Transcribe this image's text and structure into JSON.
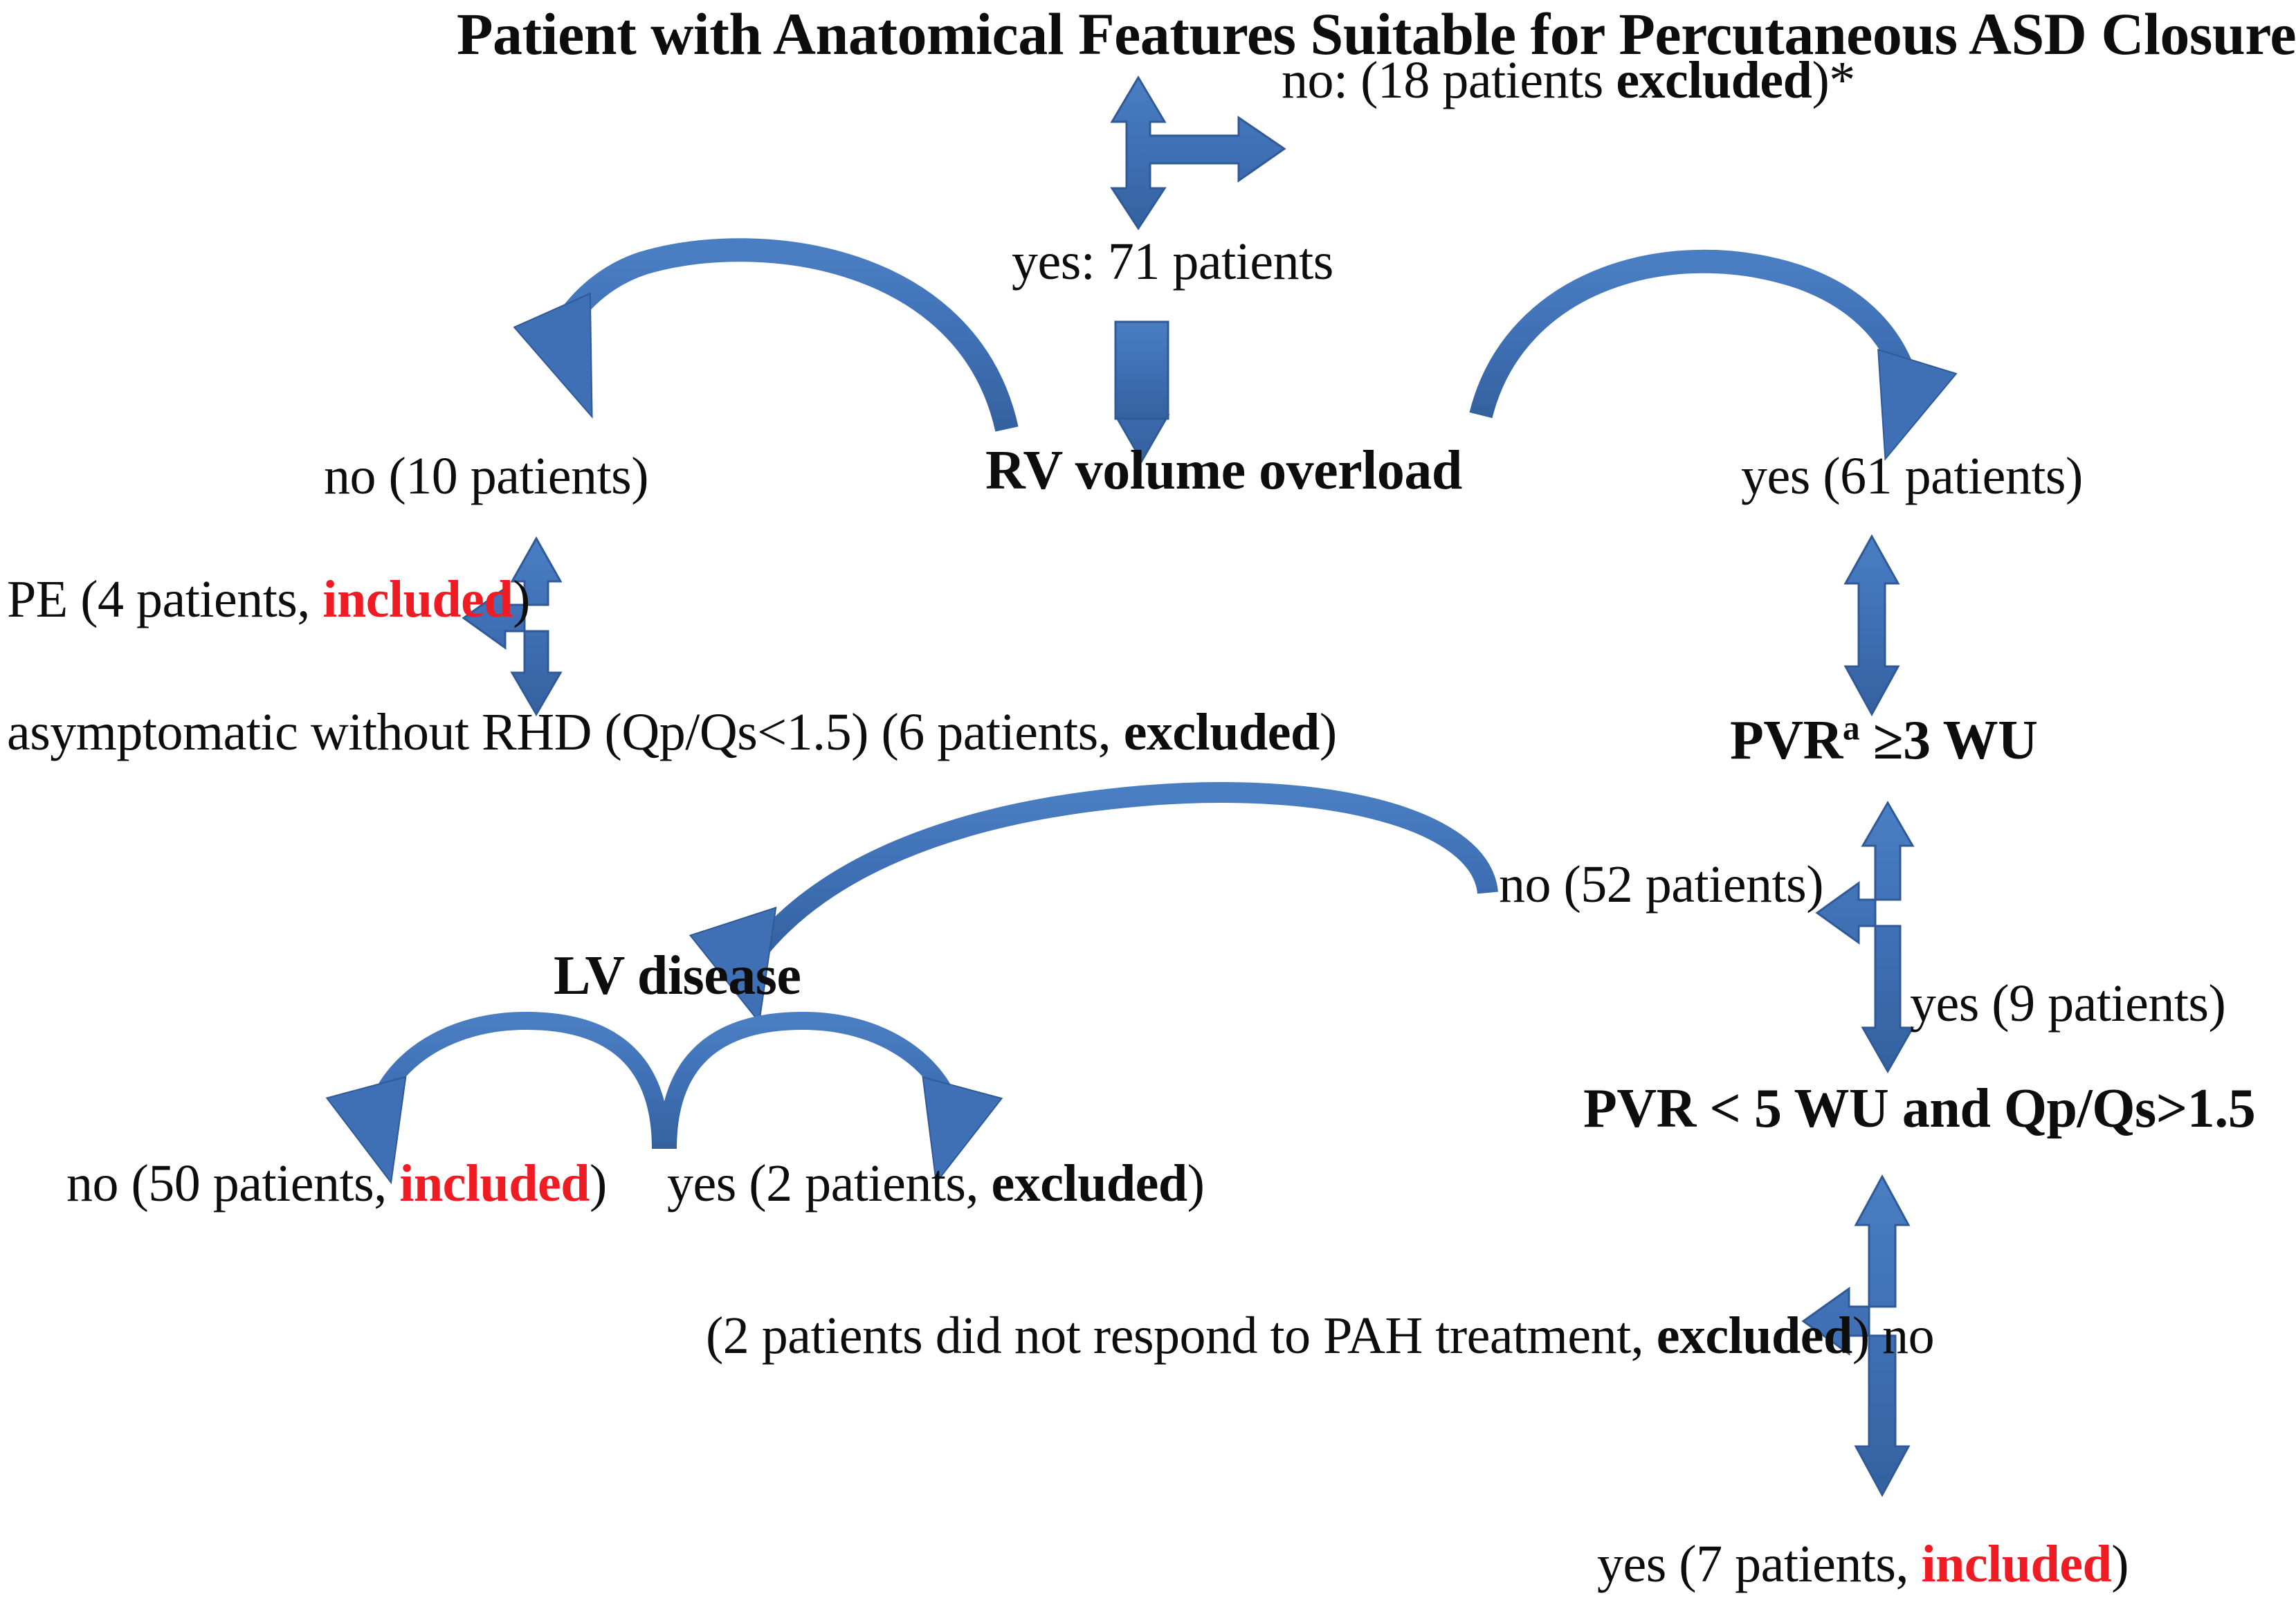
{
  "diagram": {
    "title": "Patient with Anatomical Features Suitable for Percutaneous ASD Closure",
    "accent_color": "#3f6fb5",
    "included_color": "#ef1c24",
    "text_color": "#0d0d0d",
    "background_color": "#ffffff"
  },
  "nodes": {
    "root": "Patient with Anatomical Features Suitable for Percutaneous ASD Closure",
    "rv_volume_overload": "RV volume overload",
    "lv_disease": "LV disease",
    "pvr_ge3_prefix": "PVR",
    "pvr_ge3_sup": "a",
    "pvr_ge3_suffix": " ≥3 WU",
    "pvr_lt5": "PVR < 5 WU and Qp/Qs>1.5"
  },
  "edges": {
    "no_18": {
      "prefix": "no: (18 patients ",
      "bold": "excluded",
      "suffix": ")*"
    },
    "yes_71": "yes: 71 patients",
    "no_10": "no (10 patients)",
    "yes_61": "yes (61 patients)",
    "pe_4": {
      "prefix": "PE (4 patients, ",
      "red": "included",
      "suffix": ")"
    },
    "asymptomatic_6": {
      "prefix": "asymptomatic without RHD (Qp/Qs<1.5) (6 patients, ",
      "bold": "excluded",
      "suffix": ")"
    },
    "no_52": "no (52 patients)",
    "yes_9": "yes (9 patients)",
    "no_50": {
      "prefix": "no (50 patients, ",
      "red": "included",
      "suffix": ")"
    },
    "yes_2": {
      "prefix": "yes (2 patients, ",
      "bold": "excluded",
      "suffix": ")"
    },
    "pah_2": {
      "prefix": "(2 patients did not respond to PAH treatment, ",
      "bold": "excluded",
      "suffix": ") no"
    },
    "yes_7": {
      "prefix": "yes (7 patients, ",
      "red": "included",
      "suffix": ")"
    }
  },
  "chart_data": {
    "type": "diagram",
    "title": "Patient with Anatomical Features Suitable for Percutaneous ASD Closure",
    "flow": [
      {
        "from": "root",
        "label": "no: (18 patients excluded)*",
        "count": 18,
        "outcome": "excluded"
      },
      {
        "from": "root",
        "label": "yes: 71 patients",
        "count": 71,
        "outcome": "continue",
        "to": "RV volume overload"
      },
      {
        "from": "RV volume overload",
        "label": "no (10 patients)",
        "count": 10
      },
      {
        "from": "RV volume overload",
        "label": "yes (61 patients)",
        "count": 61,
        "to": "PVRa ≥3 WU"
      },
      {
        "from": "no (10 patients)",
        "label": "PE (4 patients, included)",
        "count": 4,
        "outcome": "included"
      },
      {
        "from": "no (10 patients)",
        "label": "asymptomatic without RHD (Qp/Qs<1.5) (6 patients, excluded)",
        "count": 6,
        "outcome": "excluded"
      },
      {
        "from": "PVRa ≥3 WU",
        "label": "no (52 patients)",
        "count": 52,
        "to": "LV disease"
      },
      {
        "from": "PVRa ≥3 WU",
        "label": "yes (9 patients)",
        "count": 9,
        "to": "PVR < 5 WU and Qp/Qs>1.5"
      },
      {
        "from": "LV disease",
        "label": "no (50 patients, included)",
        "count": 50,
        "outcome": "included"
      },
      {
        "from": "LV disease",
        "label": "yes (2 patients, excluded)",
        "count": 2,
        "outcome": "excluded"
      },
      {
        "from": "PVR < 5 WU and Qp/Qs>1.5",
        "label": "(2 patients did not respond to PAH treatment, excluded) no",
        "count": 2,
        "outcome": "excluded"
      },
      {
        "from": "PVR < 5 WU and Qp/Qs>1.5",
        "label": "yes (7 patients, included)",
        "count": 7,
        "outcome": "included"
      }
    ]
  }
}
